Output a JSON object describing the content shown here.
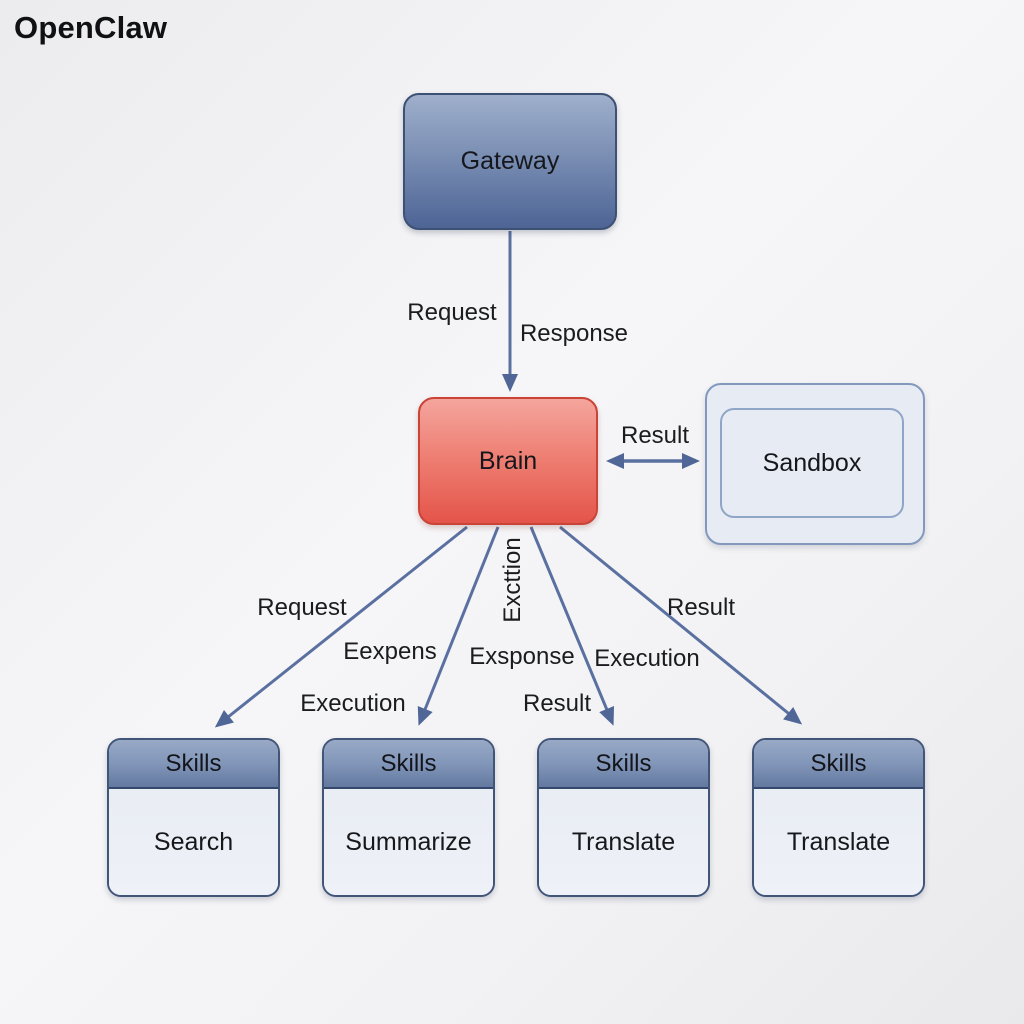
{
  "title": "OpenClaw",
  "colors": {
    "arrow": "#5a70a0",
    "gateway_top": "#9fafcc",
    "gateway_bottom": "#4d6495",
    "brain_top": "#f4a59d",
    "brain_bottom": "#e4544a",
    "skills_header_top": "#99a9c6",
    "skills_header_bottom": "#64799f",
    "skills_body": "#eaeef5",
    "sandbox_fill": "#e7ebf3"
  },
  "nodes": {
    "gateway": {
      "label": "Gateway"
    },
    "brain": {
      "label": "Brain"
    },
    "sandbox": {
      "label": "Sandbox"
    }
  },
  "edges": {
    "gateway_brain": {
      "request": "Request",
      "response": "Response"
    },
    "brain_sandbox": {
      "result": "Result"
    },
    "fan": [
      {
        "text": "Request"
      },
      {
        "text": "Eexpens"
      },
      {
        "text": "Execution"
      },
      {
        "text": "Excttion"
      },
      {
        "text": "Exsponse"
      },
      {
        "text": "Result"
      },
      {
        "text": "Execution"
      },
      {
        "text": "Result"
      }
    ]
  },
  "skills": [
    {
      "header": "Skills",
      "label": "Search"
    },
    {
      "header": "Skills",
      "label": "Summarize"
    },
    {
      "header": "Skills",
      "label": "Translate"
    },
    {
      "header": "Skills",
      "label": "Translate"
    }
  ]
}
